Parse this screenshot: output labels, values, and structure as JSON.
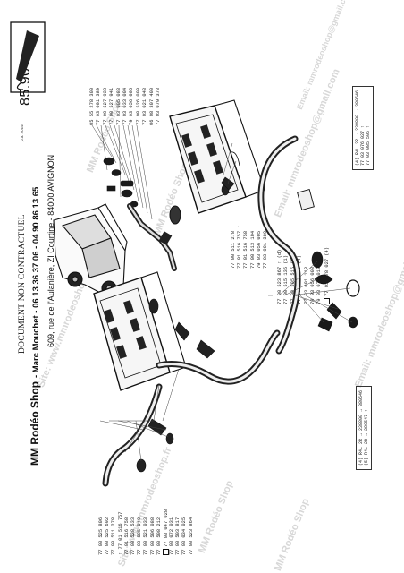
{
  "header": {
    "doc_type": "DOCUMENT NON CONTRACTUEL",
    "shop_name": "MM Rodéo Shop",
    "shop_contact": "- Marc Mouchet - 06 13 36 37 06 - 04 90 86 13 65",
    "shop_address": "609, rue de l'Aulanière, ZI Courtine - 84000  AVIGNON",
    "price": "85.90",
    "price_sub": "p.a. 2004"
  },
  "watermarks": [
    "MM Rodéo Shop",
    "Site: www.mmrodeoshop.fr",
    "Email: mmrodeoshop@gmail.com"
  ],
  "left_column": [
    "77 00 525 806",
    "77 00 525 692",
    "77 00 511 278",
    "↑ 77 01 516 757",
    "77 01 516 758",
    "77 00 528 533",
    "77 03 505 049",
    "77 00 521 033",
    "77 00 506 088",
    "77 00 508 212",
    "77 03 047 028",
    "77 03 072 031",
    "77 00 503 817",
    "77 03 034 025",
    "77 00 523 864"
  ],
  "left_column_boxed_index": 10,
  "top_column": [
    "05 55 278 300",
    "77 03 001 389",
    "77 00 527 938",
    "77 00 527 941",
    "77 03 005 083",
    "77 03 033 004",
    "79 03 056 005",
    "77 00 526 000",
    "77 03 021 043",
    "06 08 307 400",
    "77 03 079 373"
  ],
  "mid_column": [
    "77 00 511 278",
    "77 01 516 757 ↑",
    "77 01 516 758",
    "77 00 513 104",
    "79 03 056 005",
    "77 03 001 389"
  ],
  "right_column": [
    "77 00 523 867 ↑ (d)",
    "77 00 515 135 (1)",
    "77 00 505 515 (2)",
    "77 00 500 045 (4)",
    "77 03 001 118",
    "79 03 056 008",
    "79 03 071 010",
    "77 03 078 027 (4)"
  ],
  "right_column_boxed_index": 7,
  "code_table_right": [
    "(4)  R4L  2R  →  238800  →  380546",
    "77 03 076 027  ↑",
    "77 03 085 505  ↑"
  ],
  "code_table_left": [
    "(4)  R4L  2R  →  238800  →  380546",
    "(5)  R4L  2R  →  380547  ↑"
  ]
}
